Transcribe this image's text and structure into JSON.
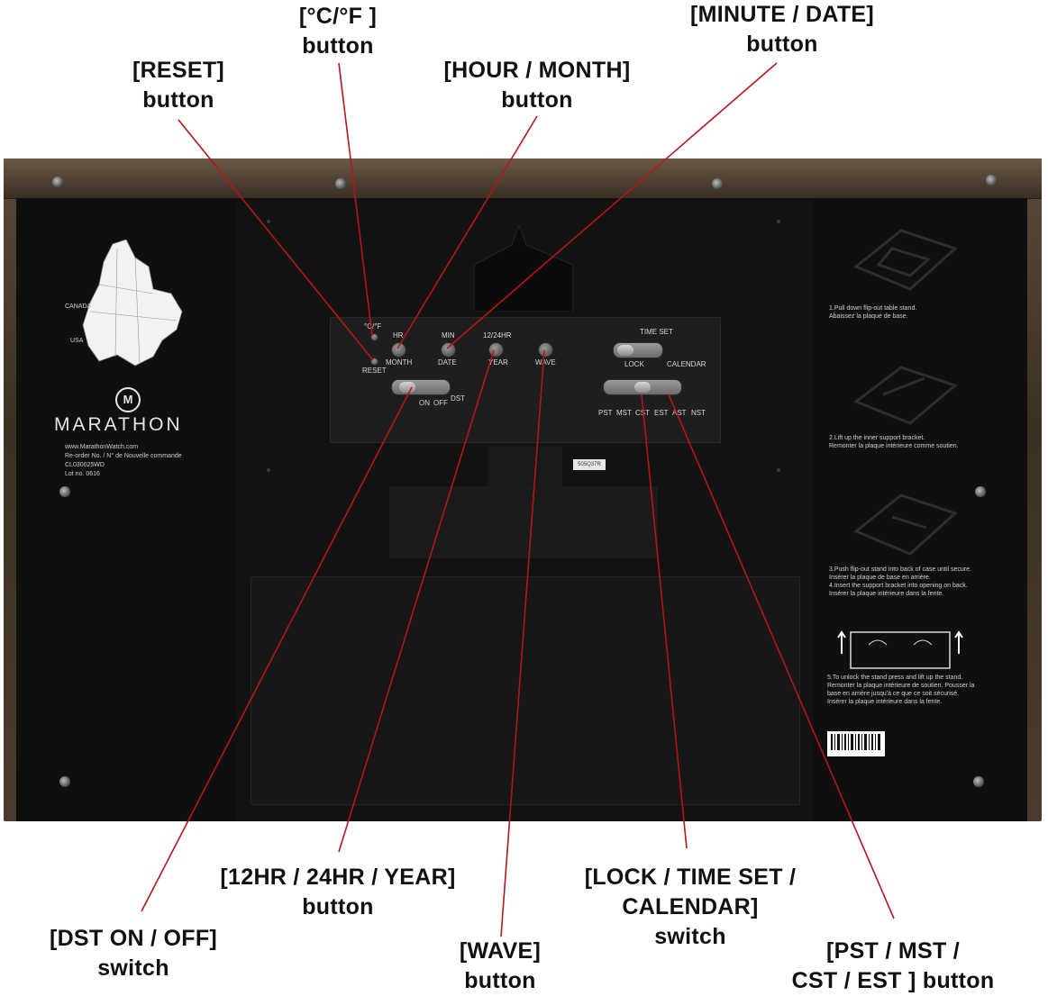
{
  "callouts": {
    "cf": {
      "line1": "[°C/°F ]",
      "line2": "button"
    },
    "minute": {
      "line1": "[MINUTE / DATE]",
      "line2": "button"
    },
    "reset": {
      "line1": "[RESET]",
      "line2": "button"
    },
    "hour": {
      "line1": "[HOUR / MONTH]",
      "line2": "button"
    },
    "year": {
      "line1": "[12HR / 24HR / YEAR]",
      "line2": "button"
    },
    "lock": {
      "line1": "[LOCK / TIME SET /",
      "line2": "CALENDAR]",
      "line3": "switch"
    },
    "dst": {
      "line1": "[DST ON / OFF]",
      "line2": "switch"
    },
    "wave": {
      "line1": "[WAVE]",
      "line2": "button"
    },
    "zone": {
      "line1": "[PST / MST /",
      "line2": "CST / EST ] button"
    }
  },
  "panel_labels": {
    "cf": "°C/°F",
    "reset": "RESET",
    "hr": "HR",
    "month": "MONTH",
    "min": "MIN",
    "date": "DATE",
    "h1224": "12/24HR",
    "year": "YEAR",
    "wave": "WAVE",
    "time_set": "TIME SET",
    "lock": "LOCK",
    "calendar": "CALENDAR",
    "on": "ON",
    "off": "OFF",
    "dst": "DST",
    "zones": [
      "PST",
      "MST",
      "CST",
      "EST",
      "AST",
      "NST"
    ]
  },
  "brand": {
    "name": "MARATHON",
    "logo_letter": "M",
    "website": "www.MarathonWatch.com",
    "reorder": "Re-order No. / N° de Nouvelle commande",
    "model": "CL030025WD",
    "lot": "Lot no. 0616"
  },
  "map_labels": [
    "CANADA",
    "USA"
  ],
  "serial": "505Q37R",
  "instructions": [
    "1.Pull down flip-out table stand.",
    "Abaissez la plaque de base.",
    "2.Lift up the inner support bracket.",
    "Remonter la plaque intérieure comme soutien.",
    "3.Push flip-out stand into back of case until secure.",
    "Insérer la plaque de base en arrière.",
    "4.Insert the support bracket into opening on back.",
    "Insérer la plaque intérieure dans la fente.",
    "5.To unlock the stand press and lift up the stand.",
    "Remonter la plaque intérieure de soutien. Pousser la base en arrière jusqu'à ce que ce soit sécurisé.",
    "Insérer la plaque intérieure dans la fente."
  ],
  "colors": {
    "leader_line": "#b5161b",
    "frame_wood": "#4a3b2e",
    "case_back": "#121212"
  }
}
